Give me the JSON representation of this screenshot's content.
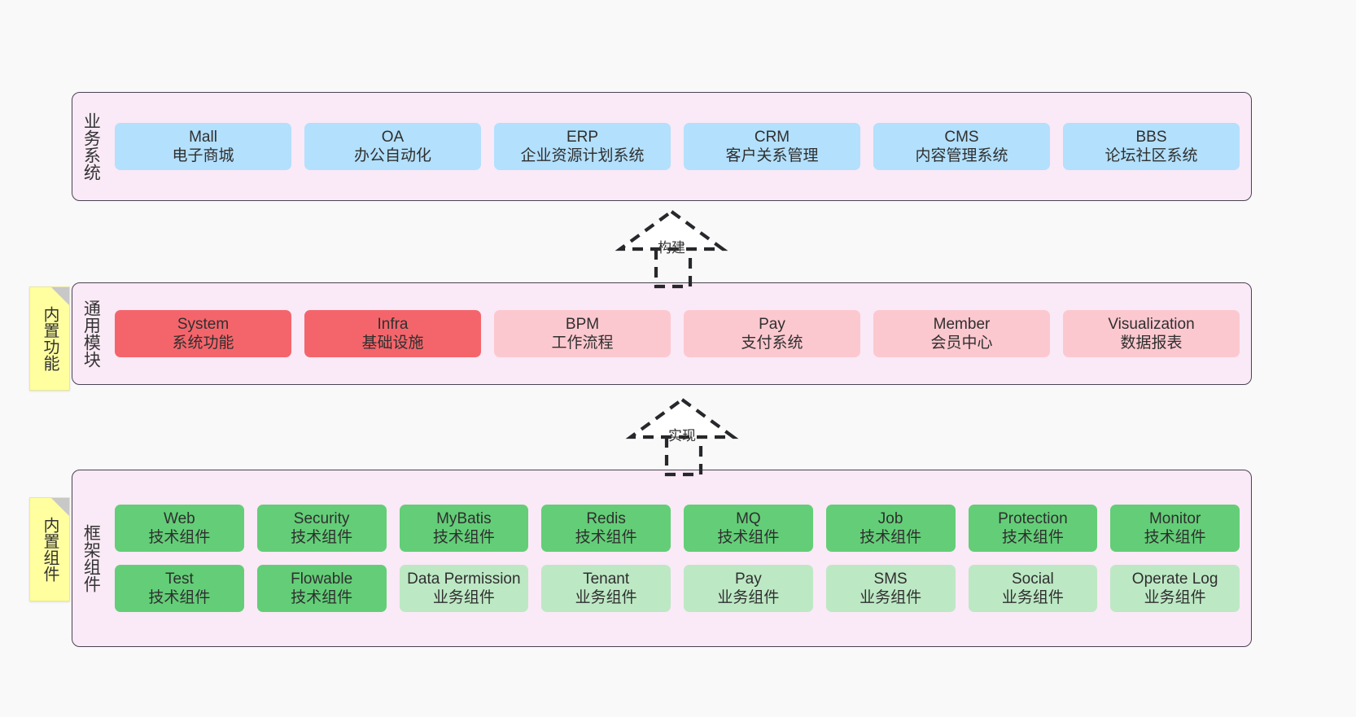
{
  "diagram": {
    "title": "Architecture Layer Diagram",
    "background": "#f9f9f9"
  },
  "colors": {
    "panel_bg": "#fae9f6",
    "panel_border": "#4a4453",
    "blue": "#b3e0fc",
    "red": "#f4656b",
    "pink": "#fcc8cf",
    "green": "#63ce77",
    "light_green": "#bde8c4",
    "sticky": "#ffffa0",
    "sticky_fold": "#c8c8c8",
    "text": "#333333"
  },
  "layers": [
    {
      "id": "business-system",
      "title": "业务系统",
      "rows": [
        {
          "cells": [
            {
              "name": "Mall",
              "desc": "电子商城",
              "color": "blue"
            },
            {
              "name": "OA",
              "desc": "办公自动化",
              "color": "blue"
            },
            {
              "name": "ERP",
              "desc": "企业资源计划系统",
              "color": "blue"
            },
            {
              "name": "CRM",
              "desc": "客户关系管理",
              "color": "blue"
            },
            {
              "name": "CMS",
              "desc": "内容管理系统",
              "color": "blue"
            },
            {
              "name": "BBS",
              "desc": "论坛社区系统",
              "color": "blue"
            }
          ]
        }
      ]
    },
    {
      "id": "common-module",
      "title": "通用模块",
      "sticky": "内置功能",
      "rows": [
        {
          "cells": [
            {
              "name": "System",
              "desc": "系统功能",
              "color": "red"
            },
            {
              "name": "Infra",
              "desc": "基础设施",
              "color": "red"
            },
            {
              "name": "BPM",
              "desc": "工作流程",
              "color": "pink"
            },
            {
              "name": "Pay",
              "desc": "支付系统",
              "color": "pink"
            },
            {
              "name": "Member",
              "desc": "会员中心",
              "color": "pink"
            },
            {
              "name": "Visualization",
              "desc": "数据报表",
              "color": "pink"
            }
          ]
        }
      ]
    },
    {
      "id": "framework-component",
      "title": "框架组件",
      "sticky": "内置组件",
      "rows": [
        {
          "cells": [
            {
              "name": "Web",
              "desc": "技术组件",
              "color": "green"
            },
            {
              "name": "Security",
              "desc": "技术组件",
              "color": "green"
            },
            {
              "name": "MyBatis",
              "desc": "技术组件",
              "color": "green"
            },
            {
              "name": "Redis",
              "desc": "技术组件",
              "color": "green"
            },
            {
              "name": "MQ",
              "desc": "技术组件",
              "color": "green"
            },
            {
              "name": "Job",
              "desc": "技术组件",
              "color": "green"
            },
            {
              "name": "Protection",
              "desc": "技术组件",
              "color": "green"
            },
            {
              "name": "Monitor",
              "desc": "技术组件",
              "color": "green"
            }
          ]
        },
        {
          "cells": [
            {
              "name": "Test",
              "desc": "技术组件",
              "color": "green"
            },
            {
              "name": "Flowable",
              "desc": "技术组件",
              "color": "green"
            },
            {
              "name": "Data Permission",
              "desc": "业务组件",
              "color": "light_green"
            },
            {
              "name": "Tenant",
              "desc": "业务组件",
              "color": "light_green"
            },
            {
              "name": "Pay",
              "desc": "业务组件",
              "color": "light_green"
            },
            {
              "name": "SMS",
              "desc": "业务组件",
              "color": "light_green"
            },
            {
              "name": "Social",
              "desc": "业务组件",
              "color": "light_green"
            },
            {
              "name": "Operate Log",
              "desc": "业务组件",
              "color": "light_green"
            }
          ]
        }
      ]
    }
  ],
  "connectors": [
    {
      "id": "build",
      "label": "构建",
      "from": "common-module",
      "to": "business-system"
    },
    {
      "id": "implement",
      "label": "实现",
      "from": "framework-component",
      "to": "common-module"
    }
  ]
}
